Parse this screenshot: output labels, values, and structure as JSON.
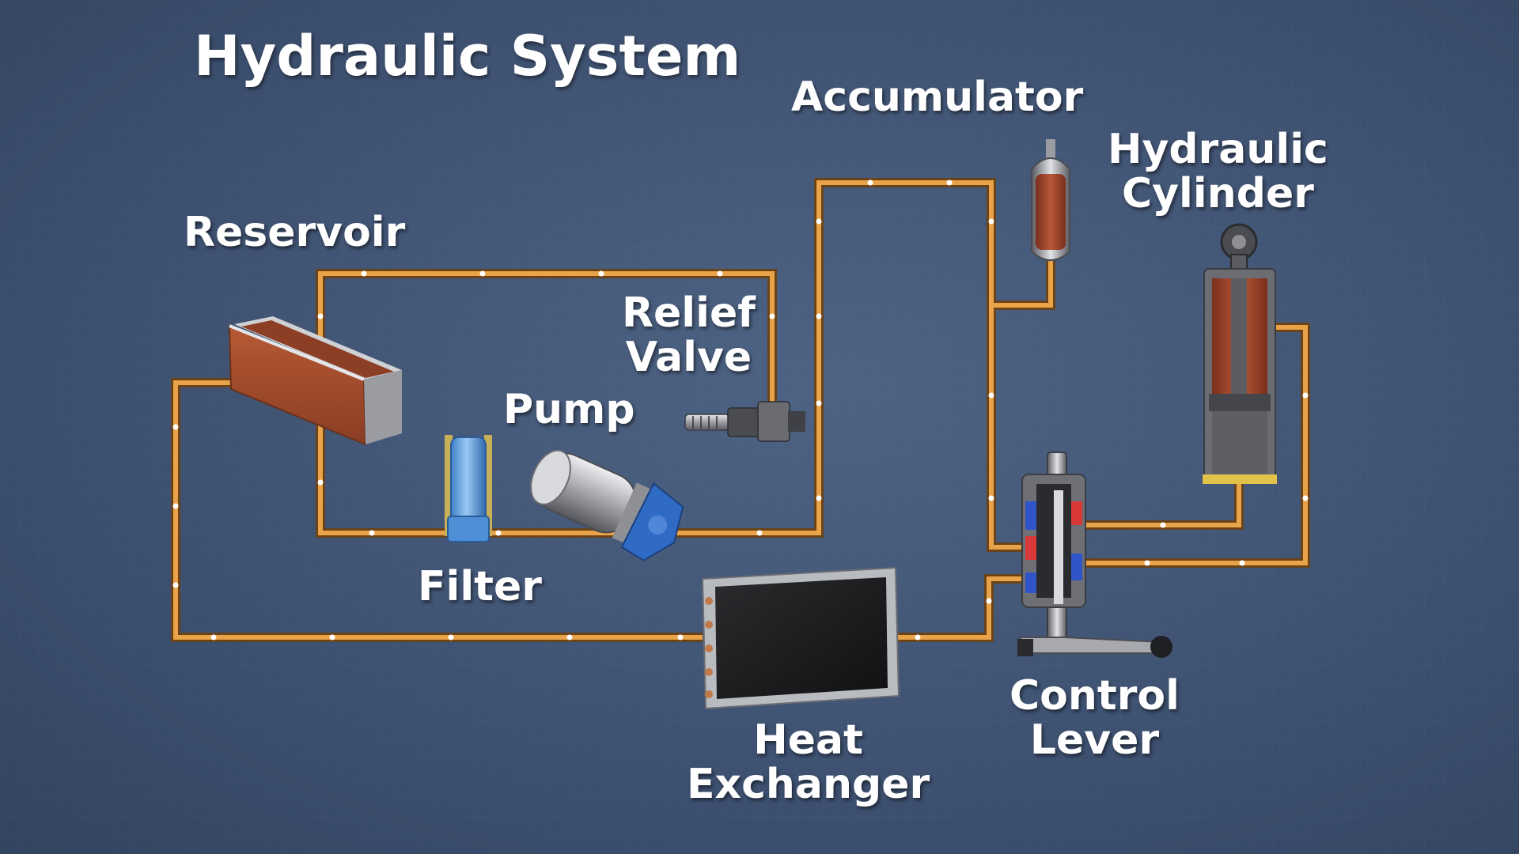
{
  "title": "Hydraulic System",
  "colors": {
    "background": "#3f5272",
    "pipe": "#e9a44a",
    "pipe_outline": "#6e4a1e",
    "fluid": "#a14a2e",
    "filter": "#5b9de0",
    "pump_head": "#2f6bc4",
    "valve_red": "#d83838",
    "valve_blue": "#2f55c9",
    "arrow": "#ffffff"
  },
  "labels": {
    "reservoir": "Reservoir",
    "accumulator": "Accumulator",
    "hydraulic_cylinder_1": "Hydraulic",
    "hydraulic_cylinder_2": "Cylinder",
    "relief_valve_1": "Relief",
    "relief_valve_2": "Valve",
    "pump": "Pump",
    "filter": "Filter",
    "heat_exchanger_1": "Heat",
    "heat_exchanger_2": "Exchanger",
    "control_lever_1": "Control",
    "control_lever_2": "Lever"
  }
}
